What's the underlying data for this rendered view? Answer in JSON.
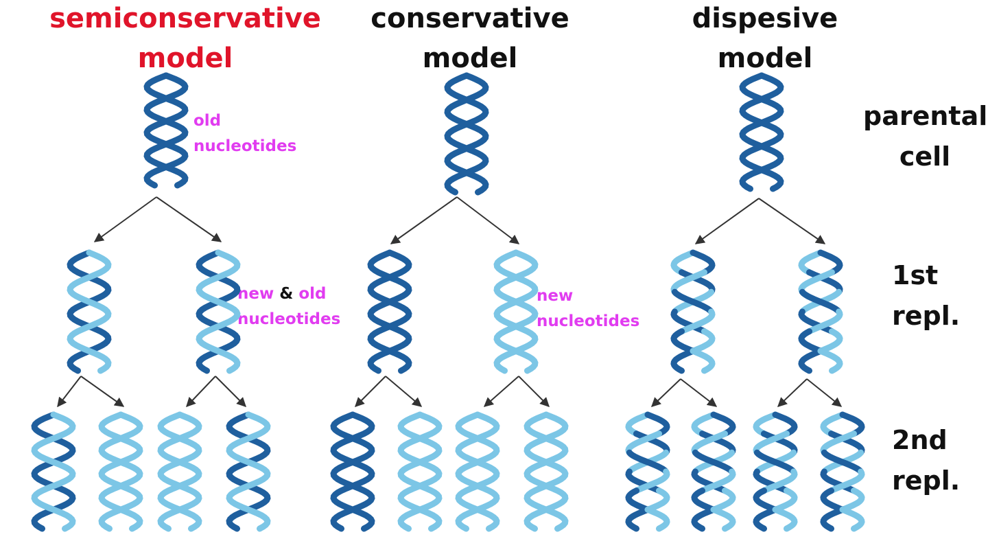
{
  "models": [
    {
      "id": "semiconservative",
      "title_line1": "semiconservative",
      "title_line2": "model",
      "title_color": "#e0142a"
    },
    {
      "id": "conservative",
      "title_line1": "conservative",
      "title_line2": "model",
      "title_color": "#111111"
    },
    {
      "id": "dispersive",
      "title_line1": "dispesive",
      "title_line2": "model",
      "title_color": "#111111"
    }
  ],
  "generations": {
    "parental": {
      "line1": "parental",
      "line2": "cell"
    },
    "first": {
      "line1": "1st",
      "line2": "repl."
    },
    "second": {
      "line1": "2nd",
      "line2": "repl."
    }
  },
  "annotations": {
    "old": {
      "line1": "old",
      "line2": "nucleotides"
    },
    "mixed": {
      "new": "new",
      "amp": "&",
      "old": "old",
      "line2": "nucleotides"
    },
    "new": {
      "line1": "new",
      "line2": "nucleotides"
    }
  },
  "colors": {
    "old_strand": "#1f5f9e",
    "new_strand": "#7cc6e6",
    "arrow": "#333333",
    "annotation": "#e13cf0"
  },
  "helices": [
    {
      "group": "semiconservative",
      "generation": "parental",
      "strands": [
        "old",
        "old"
      ]
    },
    {
      "group": "semiconservative",
      "generation": "first",
      "strands": [
        "old",
        "new"
      ]
    },
    {
      "group": "semiconservative",
      "generation": "first",
      "strands": [
        "old",
        "new"
      ]
    },
    {
      "group": "semiconservative",
      "generation": "second",
      "strands": [
        "old",
        "new"
      ]
    },
    {
      "group": "semiconservative",
      "generation": "second",
      "strands": [
        "new",
        "new"
      ]
    },
    {
      "group": "semiconservative",
      "generation": "second",
      "strands": [
        "new",
        "new"
      ]
    },
    {
      "group": "semiconservative",
      "generation": "second",
      "strands": [
        "old",
        "new"
      ]
    },
    {
      "group": "conservative",
      "generation": "parental",
      "strands": [
        "old",
        "old"
      ]
    },
    {
      "group": "conservative",
      "generation": "first",
      "strands": [
        "old",
        "old"
      ]
    },
    {
      "group": "conservative",
      "generation": "first",
      "strands": [
        "new",
        "new"
      ]
    },
    {
      "group": "conservative",
      "generation": "second",
      "strands": [
        "old",
        "old"
      ]
    },
    {
      "group": "conservative",
      "generation": "second",
      "strands": [
        "new",
        "new"
      ]
    },
    {
      "group": "conservative",
      "generation": "second",
      "strands": [
        "new",
        "new"
      ]
    },
    {
      "group": "conservative",
      "generation": "second",
      "strands": [
        "new",
        "new"
      ]
    },
    {
      "group": "dispersive",
      "generation": "parental",
      "strands": [
        "old",
        "old"
      ]
    },
    {
      "group": "dispersive",
      "generation": "first",
      "strands": [
        "mixed",
        "mixed"
      ]
    },
    {
      "group": "dispersive",
      "generation": "first",
      "strands": [
        "mixed",
        "mixed"
      ]
    },
    {
      "group": "dispersive",
      "generation": "second",
      "strands": [
        "mixed",
        "mixed"
      ]
    },
    {
      "group": "dispersive",
      "generation": "second",
      "strands": [
        "mixed",
        "mixed"
      ]
    },
    {
      "group": "dispersive",
      "generation": "second",
      "strands": [
        "mixed",
        "mixed"
      ]
    },
    {
      "group": "dispersive",
      "generation": "second",
      "strands": [
        "mixed",
        "mixed"
      ]
    }
  ]
}
